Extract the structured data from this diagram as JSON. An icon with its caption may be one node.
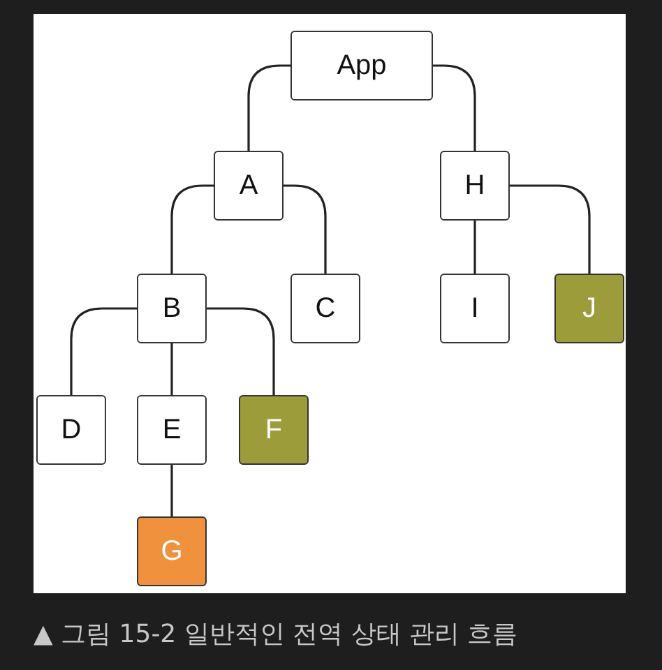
{
  "diagram": {
    "caption": "▲ 그림 15-2 일반적인 전역 상태 관리 흐름",
    "nodes": [
      {
        "text": [
          "App"
        ]
      },
      {
        "text": [
          "A"
        ]
      },
      {
        "text": [
          "H"
        ]
      },
      {
        "text": [
          "B"
        ]
      },
      {
        "text": [
          "C"
        ]
      },
      {
        "text": [
          "I"
        ]
      },
      {
        "text": [
          "J"
        ]
      },
      {
        "text": [
          "D"
        ]
      },
      {
        "text": [
          "E"
        ]
      },
      {
        "text": [
          "F"
        ]
      },
      {
        "text": [
          "G"
        ]
      }
    ],
    "edges": [
      {
        "from": 0,
        "to": 1,
        "arrow": "none"
      },
      {
        "from": 0,
        "to": 2,
        "arrow": "none"
      },
      {
        "from": 1,
        "to": 3,
        "arrow": "none"
      },
      {
        "from": 1,
        "to": 4,
        "arrow": "none"
      },
      {
        "from": 2,
        "to": 5,
        "arrow": "none"
      },
      {
        "from": 2,
        "to": 6,
        "arrow": "none"
      },
      {
        "from": 3,
        "to": 7,
        "arrow": "none"
      },
      {
        "from": 3,
        "to": 8,
        "arrow": "none"
      },
      {
        "from": 3,
        "to": 9,
        "arrow": "none"
      },
      {
        "from": 8,
        "to": 10,
        "arrow": "none"
      }
    ]
  }
}
